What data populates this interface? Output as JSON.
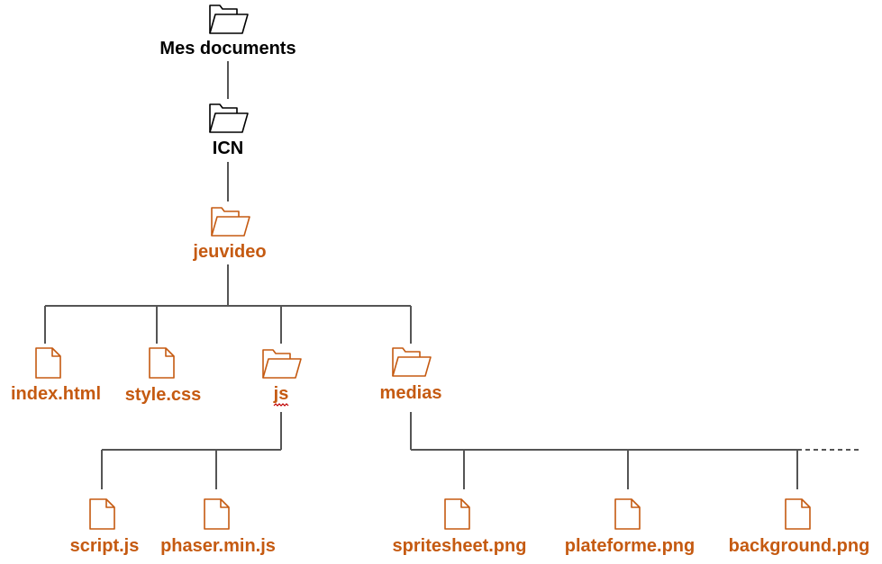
{
  "colors": {
    "root": "#000000",
    "project": "#c55a11",
    "connector": "#555555"
  },
  "nodes": {
    "mes_documents": {
      "label": "Mes documents",
      "icon": "folder-icon"
    },
    "icn": {
      "label": "ICN",
      "icon": "folder-icon"
    },
    "jeuvideo": {
      "label": "jeuvideo",
      "icon": "folder-icon"
    },
    "index_html": {
      "label": "index.html",
      "icon": "file-icon"
    },
    "style_css": {
      "label": "style.css",
      "icon": "file-icon"
    },
    "js": {
      "label": "js",
      "icon": "folder-icon"
    },
    "medias": {
      "label": "medias",
      "icon": "folder-icon"
    },
    "script_js": {
      "label": "script.js",
      "icon": "file-icon"
    },
    "phaser_min_js": {
      "label": "phaser.min.js",
      "icon": "file-icon"
    },
    "spritesheet_png": {
      "label": "spritesheet.png",
      "icon": "file-icon"
    },
    "plateforme_png": {
      "label": "plateforme.png",
      "icon": "file-icon"
    },
    "background_png": {
      "label": "background.png",
      "icon": "file-icon"
    }
  }
}
